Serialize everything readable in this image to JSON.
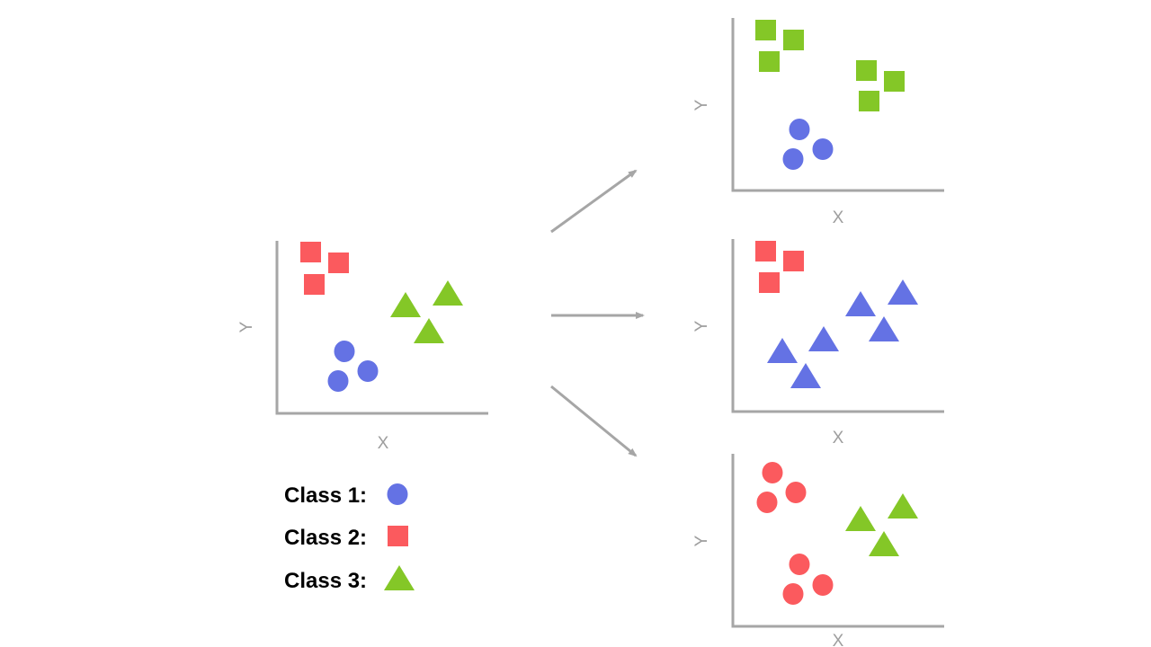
{
  "colors": {
    "blue": "#6472e4",
    "red": "#fb5a5e",
    "green": "#84c727",
    "axis": "#a6a6a6",
    "arrow": "#a6a6a6",
    "axis_text": "#9e9e9e"
  },
  "axis_labels": {
    "x": "X",
    "y": "Y"
  },
  "legend": [
    {
      "label": "Class 1:",
      "shape": "circle",
      "color": "blue"
    },
    {
      "label": "Class 2:",
      "shape": "square",
      "color": "red"
    },
    {
      "label": "Class 3:",
      "shape": "triangle",
      "color": "green"
    }
  ],
  "plots": [
    {
      "id": "plot-original",
      "role": "input dataset with three classes",
      "groups": [
        {
          "shape": "square",
          "color": "red",
          "count": 3
        },
        {
          "shape": "triangle",
          "color": "green",
          "count": 3
        },
        {
          "shape": "circle",
          "color": "blue",
          "count": 3
        }
      ]
    },
    {
      "id": "plot-one-vs-rest-top",
      "role": "class 1 vs rest",
      "groups": [
        {
          "shape": "square",
          "color": "green",
          "count": 6
        },
        {
          "shape": "circle",
          "color": "blue",
          "count": 3
        }
      ]
    },
    {
      "id": "plot-one-vs-rest-middle",
      "role": "class 2 vs rest",
      "groups": [
        {
          "shape": "square",
          "color": "red",
          "count": 3
        },
        {
          "shape": "triangle",
          "color": "blue",
          "count": 6
        }
      ]
    },
    {
      "id": "plot-one-vs-rest-bottom",
      "role": "class 3 vs rest",
      "groups": [
        {
          "shape": "circle",
          "color": "red",
          "count": 6
        },
        {
          "shape": "triangle",
          "color": "green",
          "count": 3
        }
      ]
    }
  ],
  "arrows": [
    {
      "id": "arrow-to-top"
    },
    {
      "id": "arrow-to-middle"
    },
    {
      "id": "arrow-to-bottom"
    }
  ]
}
